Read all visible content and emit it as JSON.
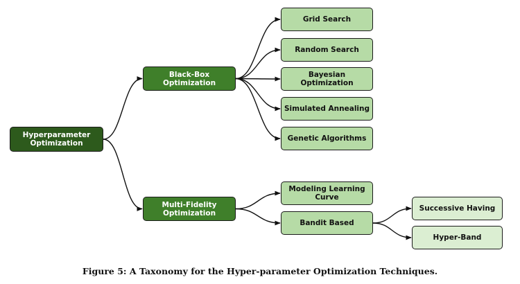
{
  "diagram": {
    "root": {
      "label": "Hyperparameter\nOptimization"
    },
    "black_box": {
      "label": "Black-Box\nOptimization"
    },
    "multi_fidelity": {
      "label": "Multi-Fidelity\nOptimization"
    },
    "black_box_children": [
      {
        "label": "Grid Search"
      },
      {
        "label": "Random Search"
      },
      {
        "label": "Bayesian Optimization"
      },
      {
        "label": "Simulated Annealing"
      },
      {
        "label": "Genetic Algorithms"
      }
    ],
    "multi_fidelity_children": [
      {
        "label": "Modeling Learning\nCurve"
      },
      {
        "label": "Bandit Based"
      }
    ],
    "bandit_children": [
      {
        "label": "Successive Having"
      },
      {
        "label": "Hyper-Band"
      }
    ]
  },
  "caption": "Figure 5: A Taxonomy for the Hyper-parameter Optimization Techniques.",
  "colors": {
    "root_fill": "#2d5a1c",
    "level1_fill": "#3f7f2a",
    "level2_fill": "#b6dba6",
    "level3_fill": "#dbeed2",
    "edge": "#111111"
  }
}
